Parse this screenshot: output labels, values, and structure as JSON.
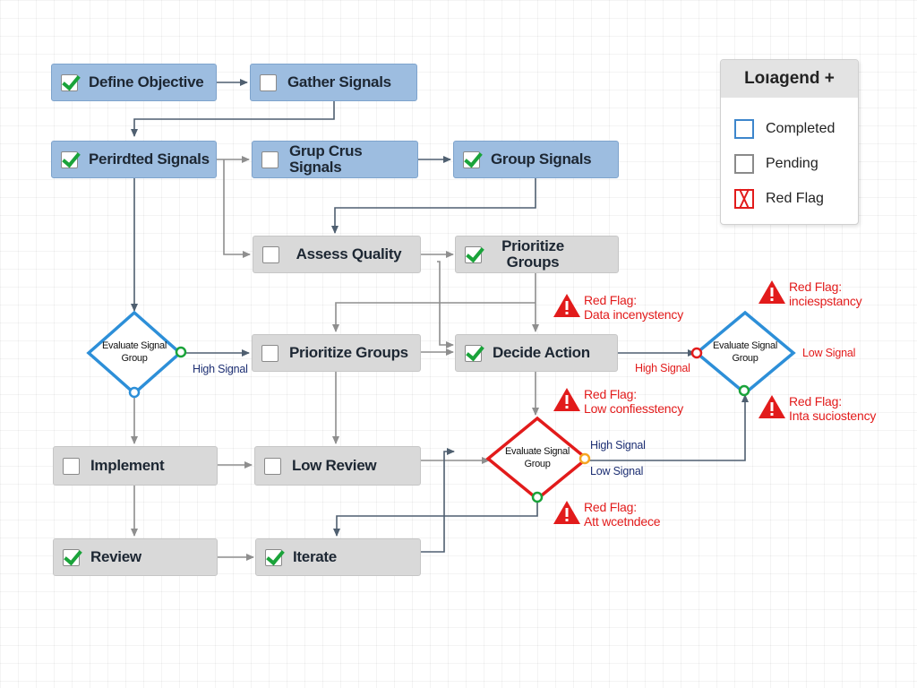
{
  "nodes": {
    "define_objective": {
      "label": "Define Objective",
      "checked": true
    },
    "gather_signals": {
      "label": "Gather Signals",
      "checked": false
    },
    "perirdted_signals": {
      "label": "Perirdted Signals",
      "checked": true
    },
    "grup_crus_signals": {
      "label": "Grup Crus Signals",
      "checked": false
    },
    "group_signals": {
      "label": "Group Signals",
      "checked": true
    },
    "assess_quality": {
      "label": "Assess Quality",
      "checked": false
    },
    "prioritize_groups_top": {
      "label": "Prioritize Groups",
      "checked": true
    },
    "prioritize_groups": {
      "label": "Prioritize Groups",
      "checked": false
    },
    "decide_action": {
      "label": "Decide Action",
      "checked": true
    },
    "implement": {
      "label": "Implement",
      "checked": false
    },
    "low_review": {
      "label": "Low Review",
      "checked": false
    },
    "review": {
      "label": "Review",
      "checked": true
    },
    "iterate": {
      "label": "Iterate",
      "checked": true
    }
  },
  "decisions": {
    "left": {
      "label": "Evaluate Signal Group",
      "style": "blue"
    },
    "center": {
      "label": "Evaluate Signal Group",
      "style": "red"
    },
    "right": {
      "label": "Evaluate Signal Group",
      "style": "blue"
    }
  },
  "edge_labels": {
    "left_high": "High Signal",
    "decide_high": "High Signal",
    "center_high": "High Signal",
    "center_low": "Low Signal",
    "right_low": "Low Signal"
  },
  "red_flags": {
    "f1": {
      "title": "Red Flag:",
      "text": "Data incenystency"
    },
    "f2": {
      "title": "Red Flag:",
      "text": "inciespstancy"
    },
    "f3": {
      "title": "Red Flag:",
      "text": "Low confiesstency"
    },
    "f4": {
      "title": "Red Flag:",
      "text": "Inta suciostency"
    },
    "f5": {
      "title": "Red Flag:",
      "text": "Att wcetndece"
    }
  },
  "legend": {
    "title": "Loıagend +",
    "items": [
      {
        "label": "Completed",
        "style": "completed"
      },
      {
        "label": "Pending",
        "style": "pending"
      },
      {
        "label": "Red Flag",
        "style": "red-flag"
      }
    ]
  },
  "colors": {
    "completed_fill": "#9dbde0",
    "pending_fill": "#d9d9d9",
    "check": "#1aa33a",
    "red_flag": "#e21b1b",
    "decision_blue": "#2d8fd8",
    "connector": "#8e8e8e",
    "label_navy": "#1d2f73"
  },
  "icons": {
    "check": "checkmark-icon",
    "flag": "warning-triangle-icon"
  }
}
